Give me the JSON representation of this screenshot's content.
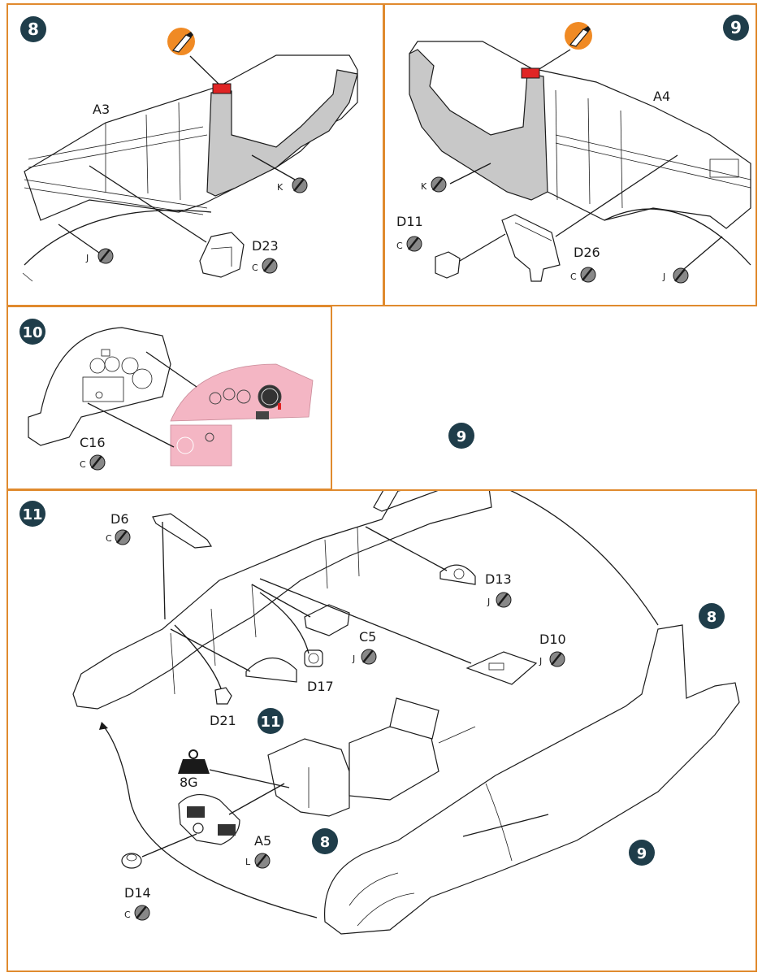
{
  "colors": {
    "border": "#e08a2e",
    "step_badge": "#1f3d4a",
    "cutter_badge": "#f08a24",
    "grey_part": "#c8c8c8",
    "decal_pink": "#f4b6c4",
    "red_mark": "#e02424"
  },
  "steps": {
    "s8": {
      "number": "8"
    },
    "s9": {
      "number": "9"
    },
    "s10": {
      "number": "10"
    },
    "s11": {
      "number": "11"
    }
  },
  "step8": {
    "fuselage_label": "A3",
    "parts": [
      {
        "name": "K",
        "sprue": "K"
      },
      {
        "name": "J",
        "sprue": "J"
      },
      {
        "name": "D23",
        "sprue": "C"
      }
    ]
  },
  "step9": {
    "fuselage_label": "A4",
    "parts": [
      {
        "name": "K",
        "sprue": "K"
      },
      {
        "name": "D11",
        "sprue": "C"
      },
      {
        "name": "D26",
        "sprue": "C"
      },
      {
        "name": "J",
        "sprue": "J"
      }
    ]
  },
  "step10": {
    "parts": [
      {
        "name": "C16",
        "sprue": "C"
      }
    ]
  },
  "step11": {
    "weight_label": "8G",
    "subassembly_refs": [
      "9",
      "8",
      "11",
      "8",
      "9"
    ],
    "parts": [
      {
        "name": "D6",
        "sprue": "C"
      },
      {
        "name": "D13",
        "sprue": "J"
      },
      {
        "name": "C5",
        "sprue": "J"
      },
      {
        "name": "D10",
        "sprue": "J"
      },
      {
        "name": "D17",
        "sprue": ""
      },
      {
        "name": "D21",
        "sprue": ""
      },
      {
        "name": "A5",
        "sprue": "L"
      },
      {
        "name": "D14",
        "sprue": "C"
      }
    ]
  },
  "icons": {
    "cutter": "hobby-knife-icon",
    "sprue": "sprue-gate-icon",
    "weight": "nose-weight-icon"
  }
}
